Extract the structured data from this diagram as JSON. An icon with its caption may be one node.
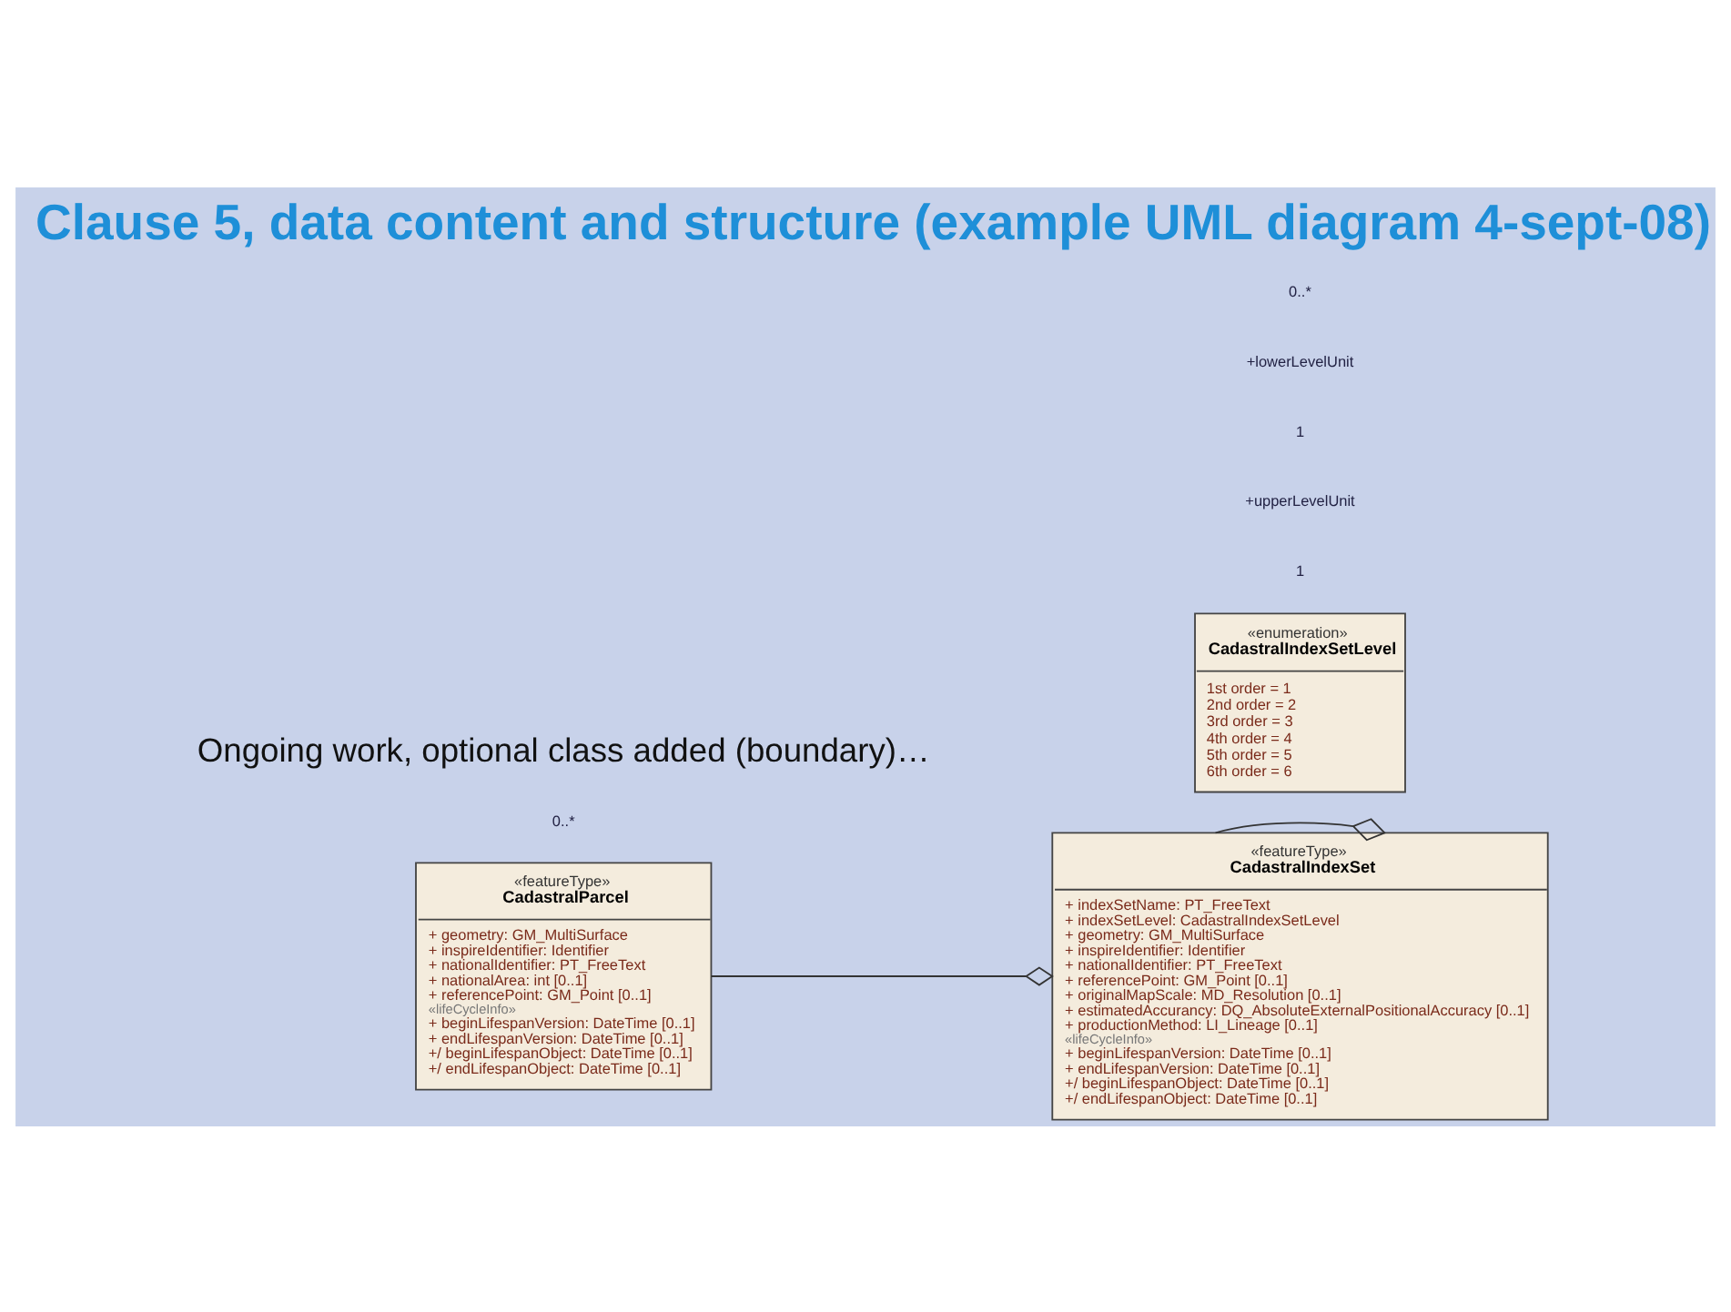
{
  "diagram": {
    "title": "Clause 5, data content and structure (example UML diagram 4-sept-08)",
    "nodes": [
      {
        "text": [
          "«featureType»",
          "CadastralParcel",
          "+ geometry: GM_MultiSurface",
          "+ inspireIdentifier: Identifier",
          "+ nationalIdentifier: PT_FreeText",
          "+ nationalArea: int [0..1]",
          "+ referencePoint: GM_Point [0..1]",
          "«lifeCycleInfo»",
          "+ beginLifespanVersion: DateTime [0..1]",
          "+ endLifespanVersion: DateTime [0..1]",
          "+/ beginLifespanObject: DateTime [0..1]",
          "+/ endLifespanObject: DateTime [0..1]"
        ]
      },
      {
        "text": [
          "«featureType»",
          "CadastralIndexSet",
          "+ indexSetName: PT_FreeText",
          "+ indexSetLevel: CadastralIndexSetLevel",
          "+ geometry: GM_MultiSurface",
          "+ inspireIdentifier: Identifier",
          "+ nationalIdentifier: PT_FreeText",
          "+ referencePoint: GM_Point [0..1]",
          "+ originalMapScale: MD_Resolution [0..1]",
          "+ estimatedAccurancy: DQ_AbsoluteExternalPositionalAccuracy [0..1]",
          "+ productionMethod: LI_Lineage [0..1]",
          "«lifeCycleInfo»",
          "+ beginLifespanVersion: DateTime [0..1]",
          "+ endLifespanVersion: DateTime [0..1]",
          "+/ beginLifespanObject: DateTime [0..1]",
          "+/ endLifespanObject: DateTime [0..1]"
        ]
      },
      {
        "text": [
          "«enumeration»",
          "CadastralIndexSetLevel",
          "1st order = 1",
          "2nd order = 2",
          "3rd order = 3",
          "4th order = 4",
          "5th order = 5",
          "6th order = 6"
        ]
      }
    ],
    "edges": [
      {
        "from": 1,
        "to": 0,
        "arrow": "other"
      },
      {
        "from": 1,
        "to": 1,
        "arrow": "other"
      }
    ],
    "labels": [
      "0..*",
      "1",
      "+upperLevelUnit",
      "1",
      "+lowerLevelUnit",
      "0..*",
      "Ongoing work, optional class added (boundary)…"
    ]
  }
}
